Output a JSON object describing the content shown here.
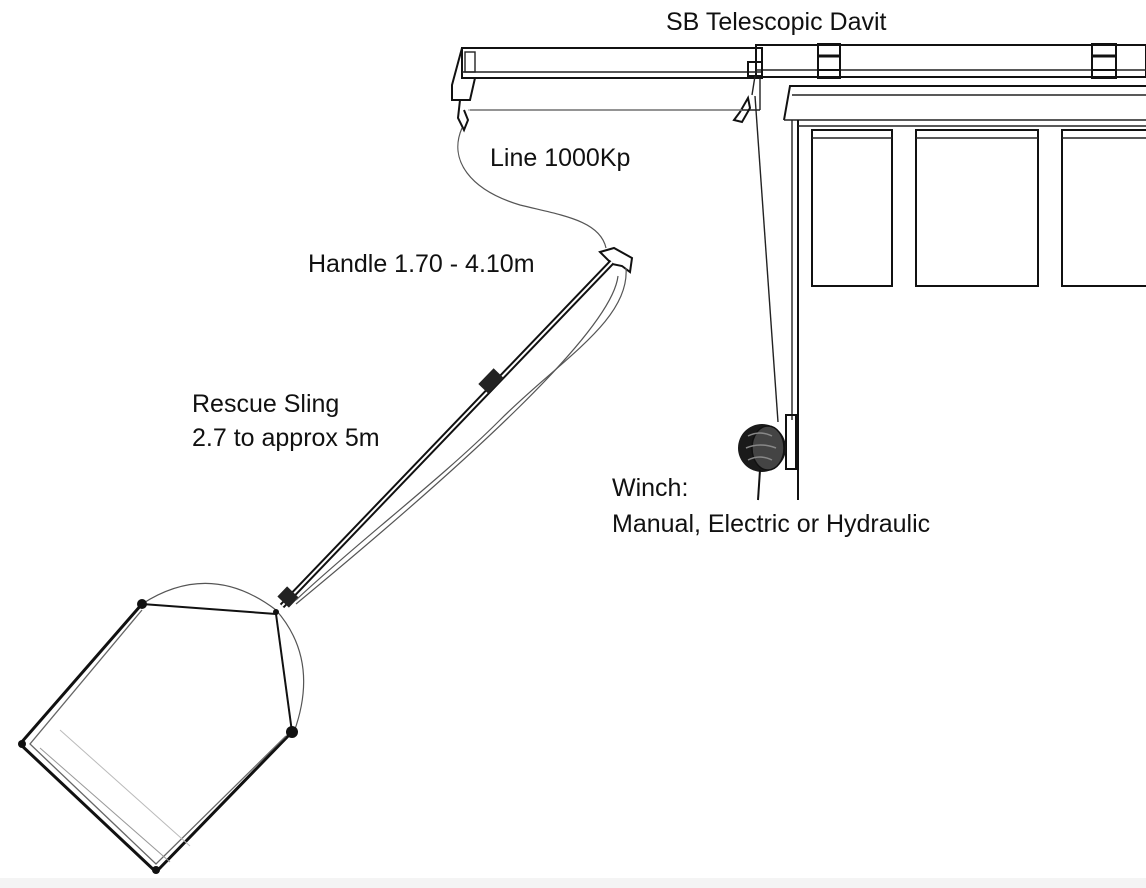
{
  "labels": {
    "davit": "SB Telescopic Davit",
    "line": "Line 1000Kp",
    "handle": "Handle 1.70 - 4.10m",
    "sling_line1": "Rescue Sling",
    "sling_line2": "2.7 to approx 5m",
    "winch_line1": "Winch:",
    "winch_line2": "Manual, Electric or Hydraulic"
  },
  "colors": {
    "ink": "#111111",
    "background": "#ffffff",
    "footer_band": "#f4f4f4"
  }
}
